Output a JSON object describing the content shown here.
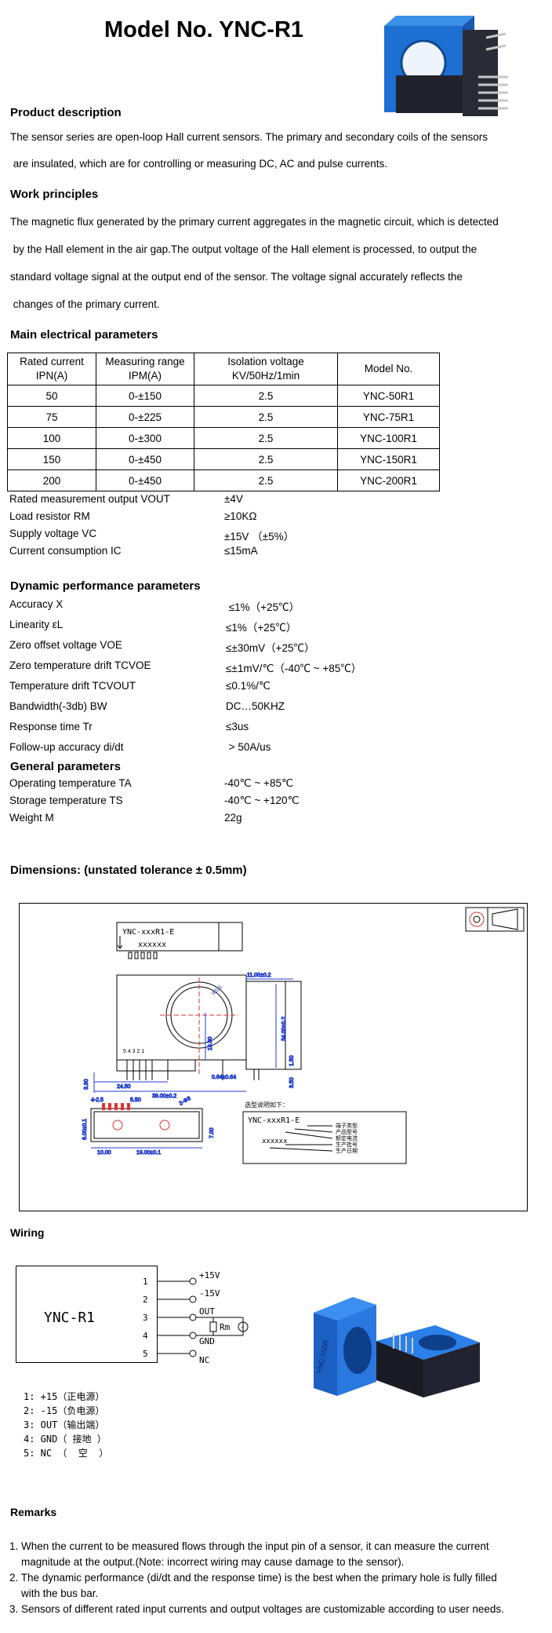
{
  "title": "Model No. YNC-R1",
  "product_description": {
    "heading": "Product description",
    "lines": [
      "The sensor series are open-loop Hall current sensors. The primary and secondary coils of the sensors",
      " are insulated, which are for controlling or measuring DC, AC and pulse currents."
    ]
  },
  "work_principles": {
    "heading": "Work principles",
    "lines": [
      "The magnetic flux generated by the primary current aggregates in the magnetic circuit, which is detected",
      " by the Hall element in the air gap.The output voltage of the Hall element is processed, to output the",
      "standard voltage signal at the output end of the sensor. The voltage signal accurately reflects the",
      " changes of the primary current."
    ]
  },
  "main_params": {
    "heading": "Main electrical parameters",
    "headers": [
      [
        "Rated current",
        "IPN(A)"
      ],
      [
        "Measuring range",
        "IPM(A)"
      ],
      [
        "Isolation voltage",
        "KV/50Hz/1min"
      ],
      [
        "Model No.",
        ""
      ]
    ],
    "rows": [
      [
        "50",
        "0-±150",
        "2.5",
        "YNC-50R1"
      ],
      [
        "75",
        "0-±225",
        "2.5",
        "YNC-75R1"
      ],
      [
        "100",
        "0-±300",
        "2.5",
        "YNC-100R1"
      ],
      [
        "150",
        "0-±450",
        "2.5",
        "YNC-150R1"
      ],
      [
        "200",
        "0-±450",
        "2.5",
        "YNC-200R1"
      ]
    ],
    "extra": [
      {
        "k": "Rated measurement output VOUT",
        "v": "±4V"
      },
      {
        "k": "Load resistor RM",
        "v": "≥10KΩ"
      },
      {
        "k": "Supply voltage VC",
        "v": "±15V （±5%）"
      },
      {
        "k": "Current consumption IC",
        "v": "≤15mA"
      }
    ]
  },
  "dynamic": {
    "heading": "Dynamic performance parameters",
    "items": [
      {
        "k": "Accuracy X",
        "v": " ≤1%（+25℃）"
      },
      {
        "k": "Linearity εL",
        "v": "≤1%（+25℃）"
      },
      {
        "k": "Zero offset voltage VOE",
        "v": "≤±30mV（+25℃）"
      },
      {
        "k": "Zero temperature drift TCVOE",
        "v": "≤±1mV/℃（-40℃ ~ +85℃）"
      },
      {
        "k": "Temperature drift TCVOUT",
        "v": "≤0.1%/℃"
      },
      {
        "k": "Bandwidth(-3db) BW",
        "v": "DC…50KHZ"
      },
      {
        "k": "Response time Tr",
        "v": "≤3us"
      },
      {
        "k": "Follow-up accuracy di/dt",
        "v": " > 50A/us"
      }
    ]
  },
  "general": {
    "heading": "General parameters",
    "items": [
      {
        "k": "Operating temperature TA",
        "v": "-40℃ ~ +85℃"
      },
      {
        "k": "Storage temperature TS",
        "v": "-40℃ ~ +120℃"
      },
      {
        "k": "Weight M",
        "v": "22g"
      }
    ]
  },
  "dimensions": {
    "heading": "Dimensions: (unstated tolerance ± 0.5mm)",
    "label_top": "YNC-xxxR1-E",
    "label_sub": "xxxxxx",
    "pins": "5 4 3 2 1",
    "dims": {
      "d_hole": "Φ5.5",
      "w_small": "24.50",
      "w_total": "39.00±0.2",
      "h_body": "19.90",
      "h_pin": "3.90",
      "side_w": "11.00±0.2",
      "side_h": "34.00±0.2",
      "side_1": "1.50",
      "side_2": "3.50",
      "side_pin": "0.64±0.64",
      "bot_1": "4-2.5",
      "bot_2": "5.50",
      "bot_3": "2-Φ3",
      "bot_4": "6.00±0.1",
      "bot_5": "10.00",
      "bot_6": "19.00±0.1",
      "bot_7": "7.00"
    },
    "legend_title": "选型说明如下：",
    "legend_code": "YNC-xxxR1-E",
    "legend_code2": "xxxxxx",
    "legend_items": [
      "端子类型",
      "产品型号",
      "额定电流",
      "生产批号",
      "生产日期"
    ]
  },
  "wiring": {
    "heading": "Wiring",
    "model": "YNC-R1",
    "pins": [
      "1",
      "2",
      "3",
      "4",
      "5"
    ],
    "signals": [
      "+15V",
      "-15V",
      "OUT",
      "GND",
      "NC"
    ],
    "rm": "Rm",
    "legend": [
      "1: +15（正电源）",
      "2: -15（负电源）",
      "3: OUT（输出端）",
      "4: GND（ 接地 ）",
      "5: NC （  空  ）"
    ],
    "case_text": "YNC-150R"
  },
  "remarks": {
    "heading": "Remarks",
    "items": [
      [
        "1. When the current to be measured flows through the input pin of a sensor, it can measure the current",
        "    magnitude at the output.(Note: incorrect wiring may cause damage to the sensor)."
      ],
      [
        "2. The dynamic performance (di/dt and the response time) is the best when the primary hole is fully filled",
        "    with the bus bar."
      ],
      [
        "3. Sensors of different rated input currents and output voltages are customizable according to user needs.",
        ""
      ]
    ]
  },
  "colors": {
    "sensor_blue": "#1d6fd1",
    "sensor_dark": "#1a1a24",
    "dim_red": "#e03030",
    "dim_blue": "#1f3ccf"
  }
}
